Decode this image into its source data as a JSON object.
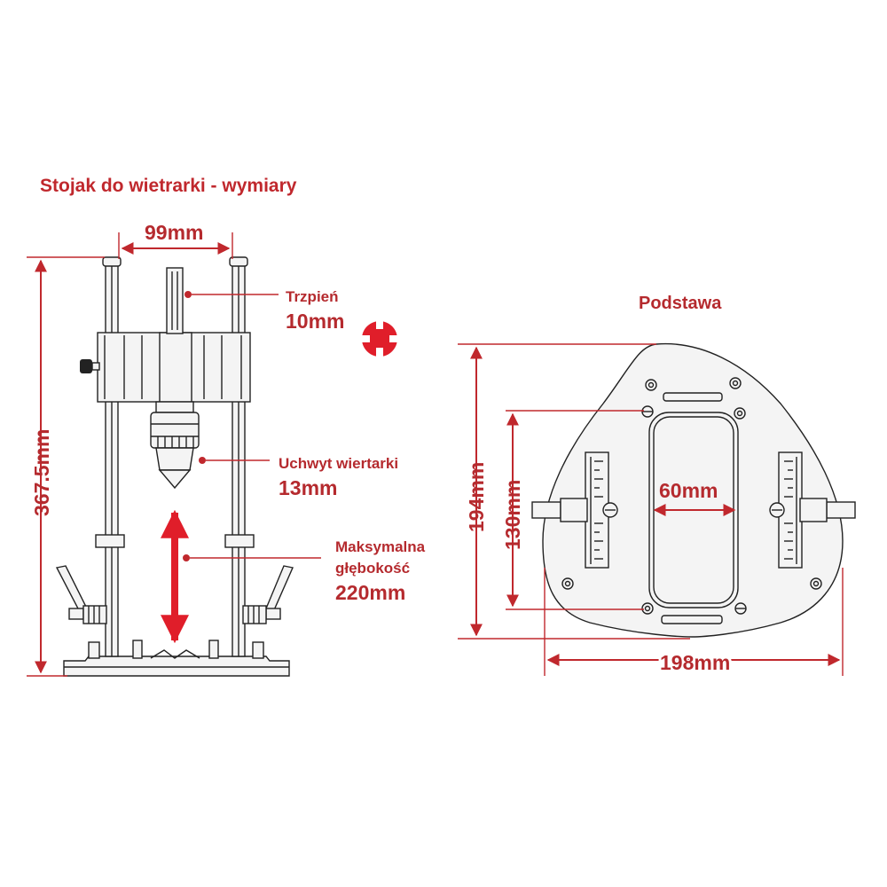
{
  "title": "Stojak do wietrarki - wymiary",
  "stand": {
    "width_label": "99mm",
    "height_label": "367.5mm",
    "shank": {
      "name": "Trzpień",
      "value": "10mm"
    },
    "chuck": {
      "name": "Uchwyt wiertarki",
      "value": "13mm"
    },
    "depth": {
      "name_line1": "Maksymalna",
      "name_line2": "głębokość",
      "value": "220mm"
    }
  },
  "base": {
    "title": "Podstawa",
    "height_label": "194mm",
    "inner_height_label": "130mm",
    "slot_width_label": "60mm",
    "width_label": "198mm"
  },
  "colors": {
    "accent": "#c0282d",
    "ink": "#222222"
  }
}
